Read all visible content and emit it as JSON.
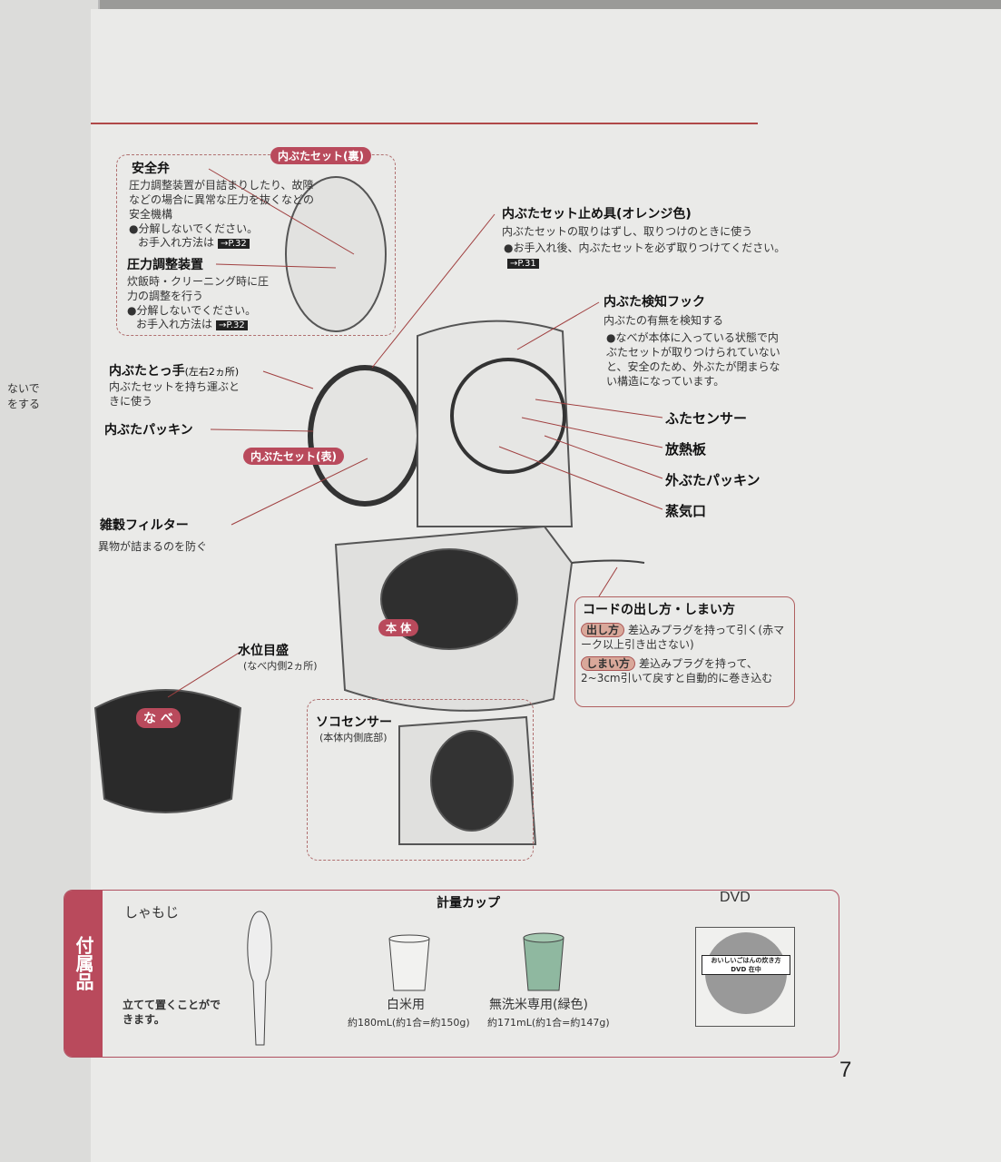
{
  "left_page": {
    "fragment1": "ないで",
    "fragment2": "をする"
  },
  "labels": {
    "lid_back": "内ぶたセット(裏)",
    "lid_front": "内ぶたセット(表)",
    "body": "本 体",
    "pot": "な べ"
  },
  "safety_valve": {
    "title": "安全弁",
    "desc": "圧力調整装置が目詰まりしたり、故障などの場合に異常な圧力を抜くなどの安全機構",
    "note": "●分解しないでください。",
    "note2": "お手入れ方法は",
    "ref": "→P.32"
  },
  "pressure_device": {
    "title": "圧力調整装置",
    "desc": "炊飯時・クリーニング時に圧力の調整を行う",
    "note": "●分解しないでください。",
    "note2": "お手入れ方法は",
    "ref": "→P.32"
  },
  "lid_handle": {
    "title": "内ぶたとっ手",
    "sub": "(左右2ヵ所)",
    "desc": "内ぶたセットを持ち運ぶときに使う"
  },
  "lid_packing": {
    "title": "内ぶたパッキン"
  },
  "grain_filter": {
    "title": "雑穀フィルター",
    "desc": "異物が詰まるのを防ぐ"
  },
  "lid_stopper": {
    "title": "内ぶたセット止め具(オレンジ色)",
    "desc": "内ぶたセットの取りはずし、取りつけのときに使う",
    "note": "●お手入れ後、内ぶたセットを必ず取りつけてください。",
    "ref": "→P.31"
  },
  "lid_hook": {
    "title": "内ぶた検知フック",
    "desc": "内ぶたの有無を検知する",
    "note": "●なべが本体に入っている状態で内ぶたセットが取りつけられていないと、安全のため、外ぶたが閉まらない構造になっています。"
  },
  "right_labels": [
    "ふたセンサー",
    "放熱板",
    "外ぶたパッキン",
    "蒸気口"
  ],
  "water_level": {
    "title": "水位目盛",
    "sub": "(なべ内側2ヵ所)"
  },
  "bottom_sensor": {
    "title": "ソコセンサー",
    "sub": "(本体内側底部)"
  },
  "cord": {
    "title": "コードの出し方・しまい方",
    "out_tag": "出し方",
    "out_desc": "差込みプラグを持って引く(赤マーク以上引き出さない)",
    "in_tag": "しまい方",
    "in_desc": "差込みプラグを持って、2~3cm引いて戻すと自動的に巻き込む"
  },
  "accessories": {
    "side": "付属品",
    "shamoji": "しゃもじ",
    "shamoji_desc": "立てて置くことができます。",
    "cups_title": "計量カップ",
    "white": "白米用",
    "white_spec": "約180mL(約1合=約150g)",
    "musen": "無洗米専用(緑色)",
    "musen_spec": "約171mL(約1合=約147g)",
    "dvd": "DVD",
    "dvd_label": "おいしいごはんの炊き方 DVD 在中"
  },
  "page_number": "7",
  "colors": {
    "accent": "#b94a5c",
    "green_cup": "#8fb8a0"
  }
}
